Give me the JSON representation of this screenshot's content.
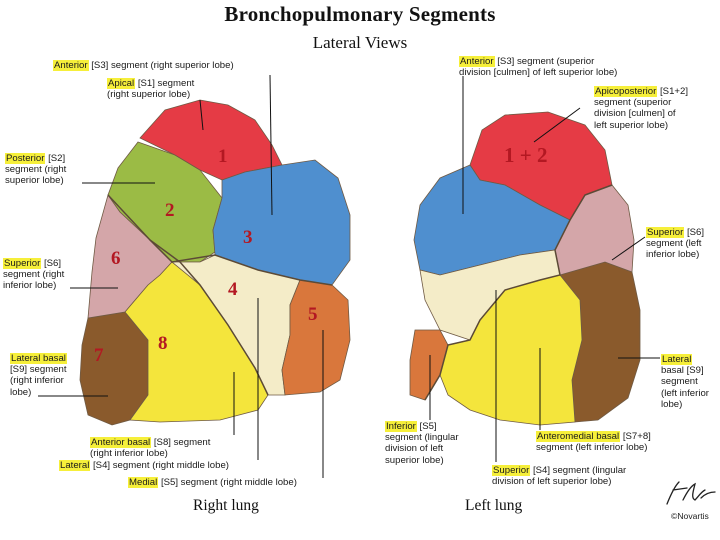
{
  "header": {
    "title": "Bronchopulmonary Segments",
    "subtitle": "Lateral Views"
  },
  "captions": {
    "right_lung": "Right lung",
    "left_lung": "Left lung"
  },
  "copyright": "©Novartis",
  "signature": "F. Netter",
  "markers": {
    "m1": "1",
    "m2": "2",
    "m3": "3",
    "m4": "4",
    "m5": "5",
    "m6": "6",
    "m7": "7",
    "m8": "8",
    "left_1_2": "1 + 2"
  },
  "labels": {
    "right_anterior": {
      "name": "Anterior",
      "rest": "[S3] segment (right superior lobe)"
    },
    "right_apical": {
      "name": "Apical",
      "rest": "[S1] segment",
      "line2": "(right superior lobe)"
    },
    "right_posterior": {
      "name": "Posterior",
      "rest": "[S2]",
      "line2": "segment (right",
      "line3": "superior lobe)"
    },
    "right_superior": {
      "name": "Superior",
      "rest": "[S6]",
      "line2": "segment (right",
      "line3": "inferior lobe)"
    },
    "right_lateral_basal": {
      "name": "Lateral basal",
      "line2": "[S9] segment",
      "line3": "(right inferior",
      "line4": "lobe)"
    },
    "right_anterior_basal": {
      "name": "Anterior basal",
      "rest": "[S8] segment",
      "line2": "(right inferior lobe)"
    },
    "right_lateral": {
      "name": "Lateral",
      "rest": "[S4] segment (right middle lobe)"
    },
    "right_medial": {
      "name": "Medial",
      "rest": "[S5] segment (right middle lobe)"
    },
    "left_anterior": {
      "name": "Anterior",
      "rest": "[S3] segment (superior",
      "line2": "division [culmen] of left superior lobe)"
    },
    "left_apicoposterior": {
      "name": "Apicoposterior",
      "rest": "[S1+2]",
      "line2": "segment (superior",
      "line3": "division [culmen] of",
      "line4": "left superior lobe)"
    },
    "left_superior": {
      "name": "Superior",
      "rest": "[S6]",
      "line2": "segment (left",
      "line3": "inferior lobe)"
    },
    "left_lateral_basal": {
      "name": "Lateral",
      "line2": "basal [S9]",
      "line3": "segment",
      "line4": "(left inferior",
      "line5": "lobe)"
    },
    "left_inferior": {
      "name": "Inferior",
      "rest": "[S5]",
      "line2": "segment (lingular",
      "line3": "division of left",
      "line4": "superior lobe)"
    },
    "left_anteromedial_basal": {
      "name": "Anteromedial basal",
      "rest": "[S7+8]",
      "line2": "segment (left inferior lobe)"
    },
    "left_superior_s4": {
      "name": "Superior",
      "rest": "[S4] segment (lingular",
      "line2": "division of left superior lobe)"
    }
  },
  "colors": {
    "apical_red": "#e53b45",
    "posterior_green": "#9bbb45",
    "anterior_blue": "#4f8fcf",
    "superior_pink": "#d4a6a9",
    "basal_yellow": "#f4e53c",
    "lateral_cream": "#f4ecc8",
    "medial_orange": "#d9773c",
    "lateral_basal_brown": "#8a5a2c",
    "label_highlight": "#f6ef3a",
    "marker_red": "#b31822"
  }
}
